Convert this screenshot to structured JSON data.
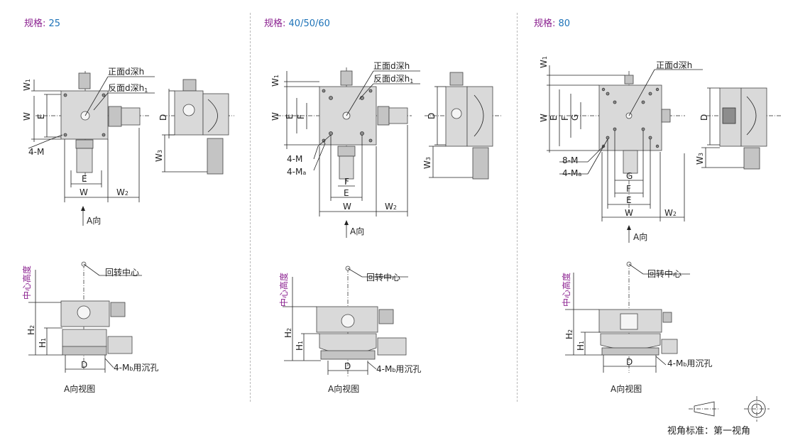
{
  "panels": [
    {
      "title_key": "规格:",
      "title_value": "25"
    },
    {
      "title_key": "规格:",
      "title_value": "40/50/60"
    },
    {
      "title_key": "规格:",
      "title_value": "80"
    }
  ],
  "labels": {
    "front_hole": "正面d深h",
    "back_hole": "反面d深h",
    "back_hole_sub": "1",
    "m4": "4-M",
    "m8": "8-M",
    "ma": "4-M",
    "ma_sub": "a",
    "mb": "4-M",
    "mb_sub": "b",
    "mb_suffix": "用沉孔",
    "W": "W",
    "W1": "W",
    "W1_sub": "1",
    "W2": "W",
    "W2_sub": "2",
    "W3": "W",
    "W3_sub": "3",
    "E": "E",
    "F": "F",
    "G": "G",
    "D": "D",
    "H1": "H",
    "H1_sub": "1",
    "H2": "H",
    "H2_sub": "2",
    "a_dir": "A向",
    "a_view": "A向视图",
    "rot_center": "回转中心",
    "center_height": "中心高度",
    "view_standard": "视角标准：第一视角"
  },
  "colors": {
    "title_key": "#8a1f8f",
    "title_value": "#1e73b8",
    "center_height": "#8a1f8f"
  }
}
